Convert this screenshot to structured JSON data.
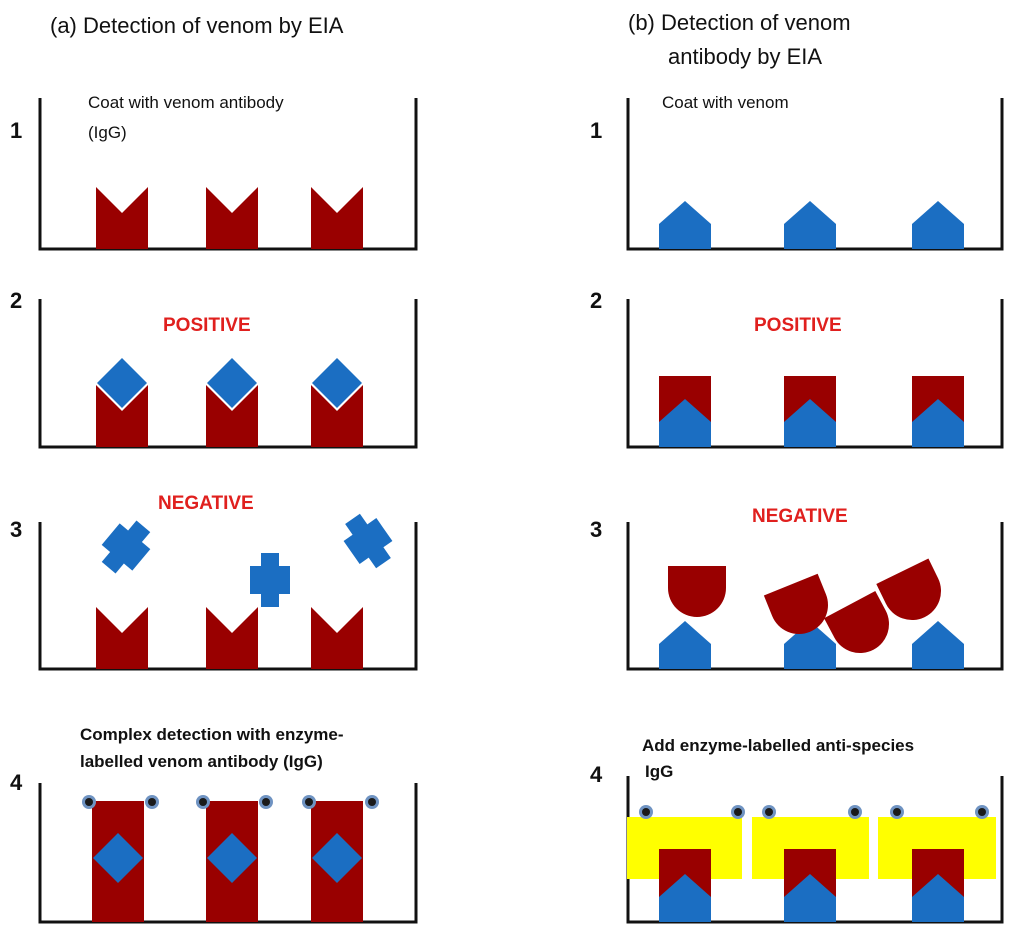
{
  "colors": {
    "antibody": "#990000",
    "venom": "#1b6ec2",
    "anti_species": "#ffff00",
    "label_dot_ring": "#6f93c2",
    "label_dot_core": "#1a1a1a",
    "result_text": "#e0201e"
  },
  "panel_a": {
    "title": "(a) Detection of venom by EIA",
    "steps": [
      {
        "number": "1",
        "caption": [
          "Coat with venom antibody",
          "(IgG)"
        ]
      },
      {
        "number": "2",
        "result": "POSITIVE"
      },
      {
        "number": "3",
        "result": "NEGATIVE"
      },
      {
        "number": "4",
        "caption": [
          "Complex detection with enzyme-",
          "labelled venom antibody (IgG)"
        ]
      }
    ]
  },
  "panel_b": {
    "title": [
      "(b) Detection of venom",
      "antibody  by EIA"
    ],
    "steps": [
      {
        "number": "1",
        "caption": [
          "Coat with venom"
        ]
      },
      {
        "number": "2",
        "result": "POSITIVE"
      },
      {
        "number": "3",
        "result": "NEGATIVE"
      },
      {
        "number": "4",
        "caption": [
          "Add enzyme-labelled anti-species",
          "IgG"
        ]
      }
    ]
  }
}
